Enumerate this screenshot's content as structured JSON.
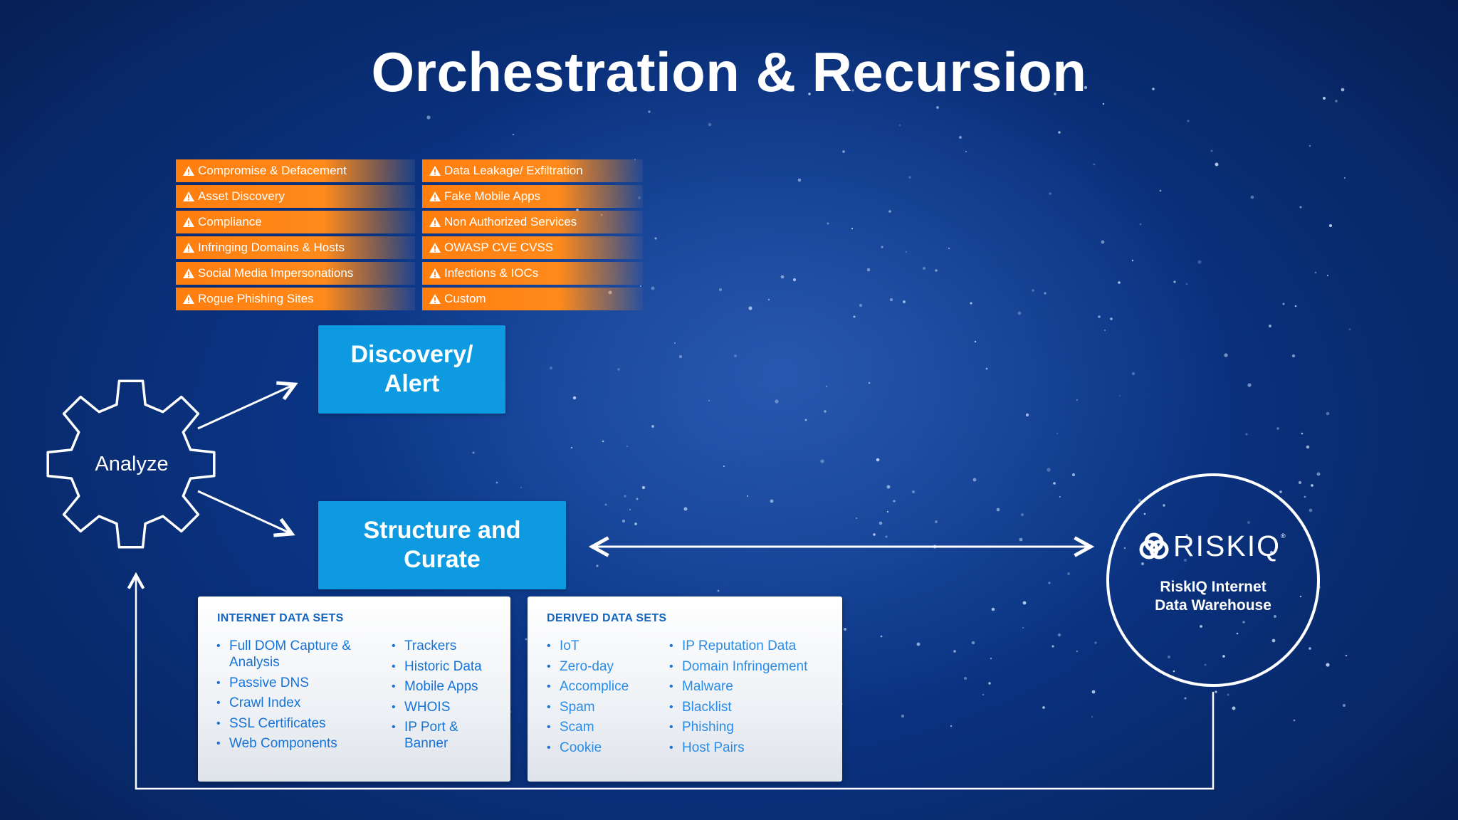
{
  "title": "Orchestration & Recursion",
  "alerts": {
    "column1": [
      "Compromise & Defacement",
      "Asset Discovery",
      "Compliance",
      "Infringing Domains & Hosts",
      "Social Media Impersonations",
      "Rogue Phishing Sites"
    ],
    "column2": [
      "Data Leakage/ Exfiltration",
      "Fake Mobile Apps",
      "Non Authorized Services",
      "OWASP CVE CVSS",
      "Infections & IOCs",
      "Custom"
    ],
    "icon": "warning-icon",
    "color": "#ff7e0e"
  },
  "boxes": {
    "discovery_line1": "Discovery/",
    "discovery_line2": "Alert",
    "structure_line1": "Structure and",
    "structure_line2": "Curate",
    "color": "#0d9ae0"
  },
  "analyze": {
    "label": "Analyze",
    "icon": "gear-icon"
  },
  "internet_data_sets": {
    "heading": "INTERNET DATA SETS",
    "left": [
      "Full DOM Capture & Analysis",
      "Passive DNS",
      "Crawl Index",
      "SSL Certificates",
      "Web Components"
    ],
    "right": [
      "Trackers",
      "Historic Data",
      "Mobile Apps",
      "WHOIS",
      "IP Port & Banner"
    ]
  },
  "derived_data_sets": {
    "heading": "DERIVED DATA SETS",
    "left": [
      "IoT",
      "Zero-day",
      "Accomplice",
      "Spam",
      "Scam",
      "Cookie"
    ],
    "right": [
      "IP Reputation Data",
      "Domain Infringement",
      "Malware",
      "Blacklist",
      "Phishing",
      "Host Pairs"
    ]
  },
  "warehouse": {
    "logo_text": "RISKIQ",
    "logo_mark": "®",
    "label_line1": "RiskIQ Internet",
    "label_line2": "Data Warehouse",
    "icon": "riskiq-logo-icon"
  }
}
